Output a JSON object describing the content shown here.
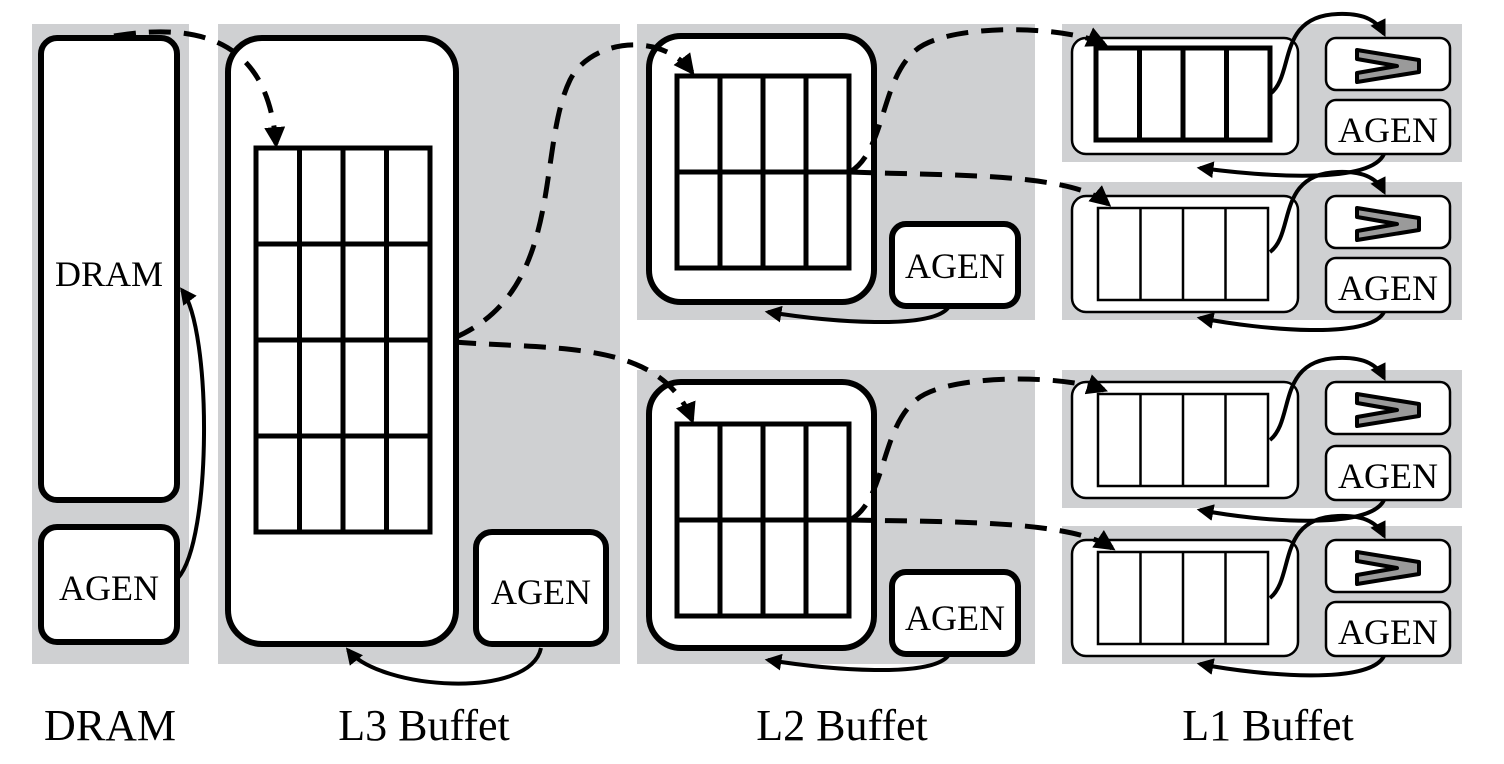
{
  "diagram": {
    "dram": {
      "box_label": "DRAM",
      "agen_label": "AGEN",
      "caption": "DRAM"
    },
    "l3": {
      "agen_label": "AGEN",
      "caption": "L3 Buffet"
    },
    "l2": {
      "caption": "L2 Buffet",
      "units": [
        {
          "agen_label": "AGEN"
        },
        {
          "agen_label": "AGEN"
        }
      ]
    },
    "l1": {
      "caption": "L1 Buffet",
      "units": [
        {
          "agen_label": "AGEN",
          "operator_icon": "greater-than-icon"
        },
        {
          "agen_label": "AGEN",
          "operator_icon": "greater-than-icon"
        },
        {
          "agen_label": "AGEN",
          "operator_icon": "greater-than-icon"
        },
        {
          "agen_label": "AGEN",
          "operator_icon": "greater-than-icon"
        }
      ]
    },
    "colors": {
      "panel": "#cfd0d2",
      "stroke": "#000000",
      "box_fill": "#ffffff",
      "operator_fill": "#9a9a9a"
    }
  }
}
